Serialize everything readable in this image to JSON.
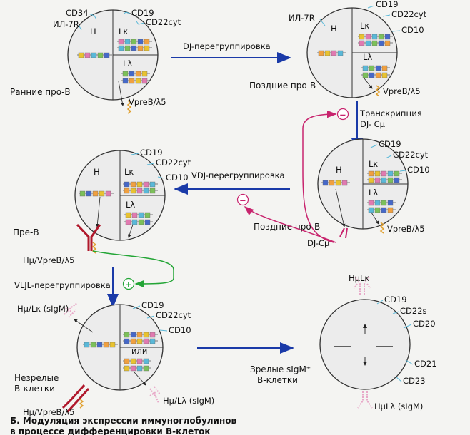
{
  "colors": {
    "blue_arrow": "#1a3aa8",
    "magenta": "#c8246e",
    "green": "#23a536",
    "gene_yellow": "#e8c230",
    "gene_pink": "#e07ab0",
    "gene_cyan": "#5ab8d8",
    "gene_green": "#7cc05a",
    "gene_blue": "#4668c8",
    "gene_orange": "#f0a040",
    "antibody_pink": "#e8a8c8",
    "pre_bcr_red": "#b0182c"
  },
  "cells": {
    "early_pro_b": {
      "markers": [
        "CD34",
        "ИЛ-7R",
        "CD19",
        "CD22cyt"
      ],
      "h": "H",
      "lk": "Lκ",
      "ll": "Lλ",
      "surface": "VpreB/λ5",
      "stage": "Ранние про-В"
    },
    "late_pro_b_1": {
      "markers": [
        "ИЛ-7R",
        "CD19",
        "CD22cyt",
        "CD10"
      ],
      "h": "H",
      "lk": "Lκ",
      "ll": "Lλ",
      "surface": "VpreB/λ5",
      "stage": "Поздние про-В"
    },
    "late_pro_b_2": {
      "markers": [
        "CD19",
        "CD22cyt",
        "CD10"
      ],
      "h": "H",
      "lk": "Lκ",
      "ll": "Lλ",
      "surface": "VpreB/λ5",
      "dj": "DJ-Cμ",
      "stage": "Поздние про-В"
    },
    "pre_b": {
      "markers": [
        "CD19",
        "CD22cyt",
        "CD10"
      ],
      "h": "H",
      "lk": "Lκ",
      "ll": "Lλ",
      "surface": "Hμ/VpreB/λ5",
      "stage": "Пре-В"
    },
    "immature_b": {
      "markers": [
        "CD19",
        "CD22cyt",
        "CD10"
      ],
      "or": "или",
      "top": "Hμ/Lκ (sIgM)",
      "bottom_right": "Hμ/Lλ (sIgM)",
      "bottom_left": "Hμ/VpreB/λ5",
      "stage": "Незрелые\nВ-клетки"
    },
    "mature_b": {
      "markers": [
        "CD19",
        "CD22s",
        "CD20",
        "CD21",
        "CD23"
      ],
      "top": "HμLκ",
      "bottom": "HμLλ (sIgM)",
      "stage": "Зрелые sIgM⁺\nВ-клетки"
    }
  },
  "arrows": {
    "dj": "DJ-перегруппировка",
    "transcription": "Транскрипция",
    "transcription_sub": "DJ- Cμ",
    "vdj": "VDJ-перегруппировка",
    "vjl": "VLJL-перегруппировка",
    "minus": "−",
    "plus": "+"
  },
  "caption": {
    "line1": "Б. Модуляция экспрессии иммуноглобулинов",
    "line2": "в процессе дифференцировки В-клеток"
  }
}
